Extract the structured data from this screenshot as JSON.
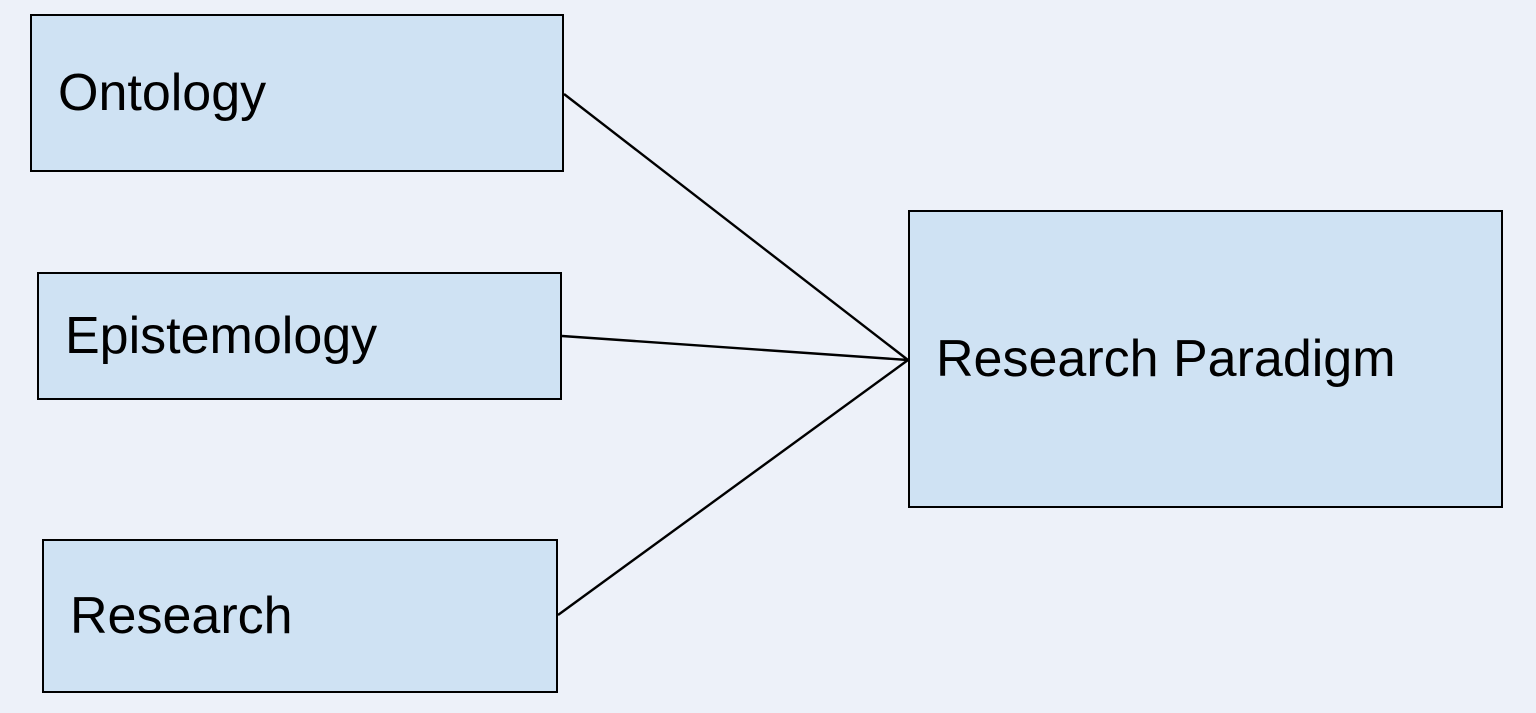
{
  "diagram": {
    "nodes": [
      {
        "id": "ontology",
        "label": "Ontology"
      },
      {
        "id": "epistemology",
        "label": "Epistemology"
      },
      {
        "id": "research",
        "label": "Research"
      },
      {
        "id": "research_paradigm",
        "label": "Research Paradigm"
      }
    ],
    "edges": [
      {
        "from": "ontology",
        "to": "research_paradigm"
      },
      {
        "from": "epistemology",
        "to": "research_paradigm"
      },
      {
        "from": "research",
        "to": "research_paradigm"
      }
    ]
  },
  "colors": {
    "background": "#edf1f9",
    "node_fill": "#cfe2f3",
    "node_border": "#000000",
    "edge": "#000000",
    "text": "#000000"
  }
}
